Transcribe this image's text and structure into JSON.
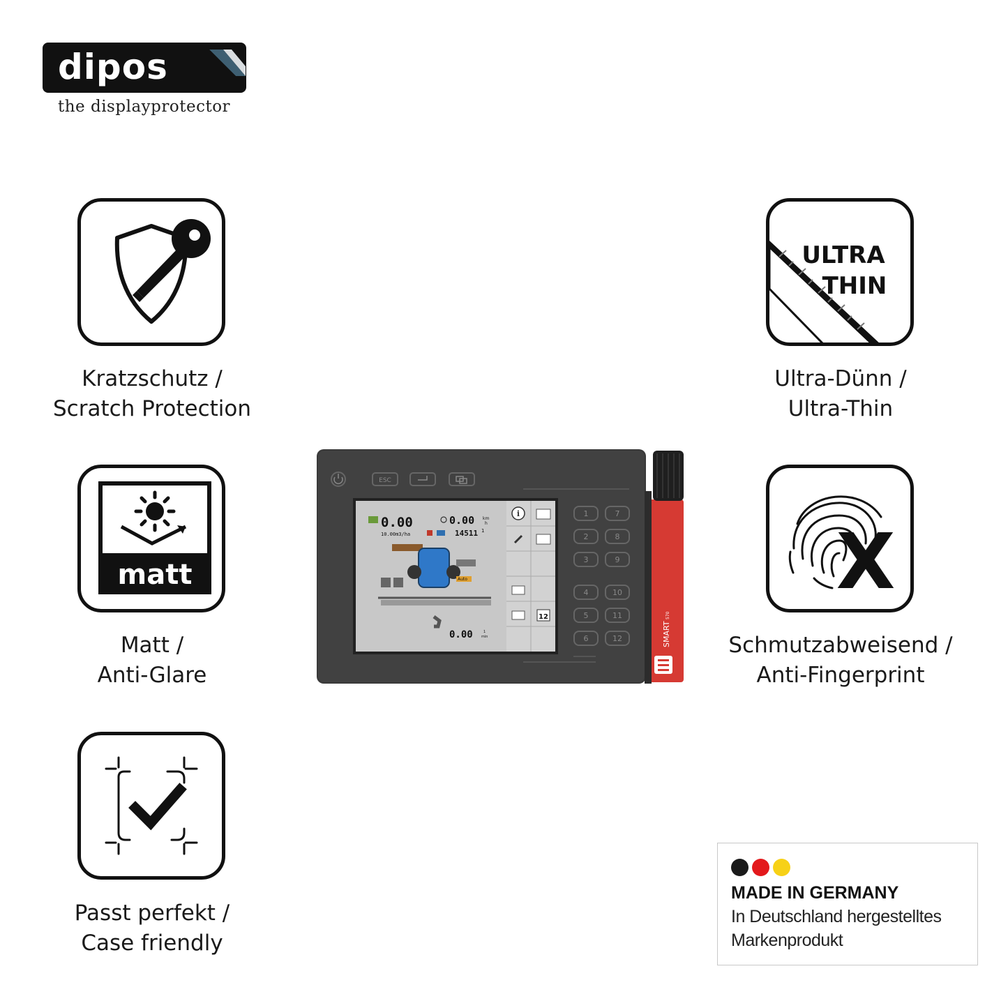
{
  "brand": {
    "logo_text": "dipos",
    "tagline": "the displayprotector"
  },
  "features": [
    {
      "id": "scratch",
      "label_line1": "Kratzschutz /",
      "label_line2": "Scratch Protection"
    },
    {
      "id": "thin",
      "label_line1": "Ultra-Dünn /",
      "label_line2": "Ultra-Thin",
      "icon_text_line1": "ULTRA",
      "icon_text_line2": "THIN"
    },
    {
      "id": "matt",
      "label_line1": "Matt /",
      "label_line2": "Anti-Glare",
      "icon_text": "matt"
    },
    {
      "id": "fingerprint",
      "label_line1": "Schmutzabweisend /",
      "label_line2": "Anti-Fingerprint"
    },
    {
      "id": "case",
      "label_line1": "Passt perfekt /",
      "label_line2": "Case friendly"
    }
  ],
  "device": {
    "model": "SMART",
    "model_suffix": "570",
    "keys_top": [
      "ESC"
    ],
    "keys_left": [
      "1",
      "2",
      "3",
      "4",
      "5",
      "6"
    ],
    "keys_right": [
      "7",
      "8",
      "9",
      "10",
      "11",
      "12"
    ],
    "screen": {
      "area_value": "0.00",
      "speed_value": "0.00",
      "speed_unit_top": "km",
      "speed_unit_bottom": "h",
      "rate_text": "10.00m3/ha",
      "counter_value": "14511",
      "counter_suffix": "1",
      "flow_value": "0.00",
      "flow_unit_top": "1",
      "flow_unit_bottom": "min",
      "auto_label": "Auto",
      "side_badge": "12"
    }
  },
  "badge": {
    "title": "MADE IN GERMANY",
    "line1": "In Deutschland hergestelltes",
    "line2": "Markenprodukt",
    "colors": [
      "#1a1a1a",
      "#e3191c",
      "#f7d117"
    ]
  }
}
